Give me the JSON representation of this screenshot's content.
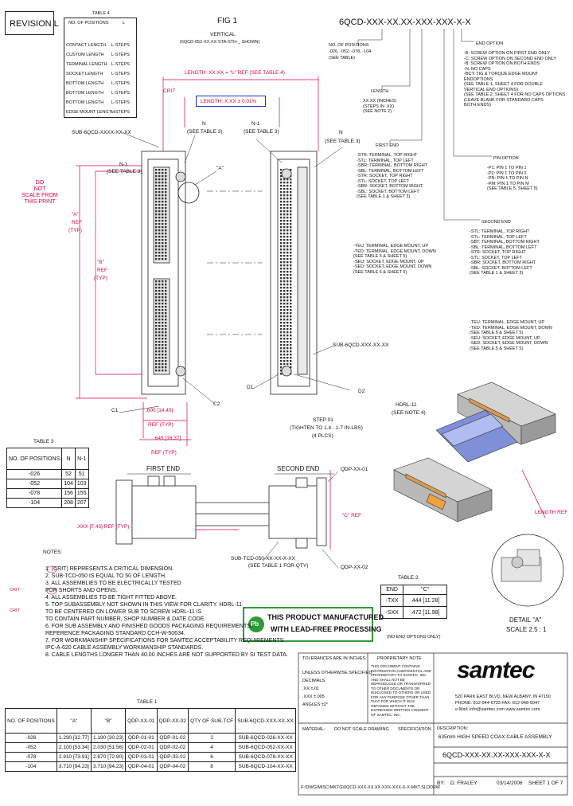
{
  "revision": "REVISION L",
  "part_number": "6QCD-XXX-XX.XX-XXX-XXX-X-X",
  "fig": {
    "title": "FIG 1",
    "subtitle": "VERTICAL",
    "caption": "(6QCD-052-XX.XX-STA-STH-_ SHOWN)"
  },
  "do_not_scale": [
    "DO",
    "NOT",
    "SCALE FROM",
    "THIS PRINT"
  ],
  "length_callout": "LENGTH: XX.XX = \"L\" REF (SEE TABLE 4)",
  "length_tolerance": "LENGTH: X.XX ± 0.01%",
  "critical_mark": "CRIT",
  "top_labels": {
    "sub_assy": "SUB-6QCD-XXXX-XX-XX",
    "n": "N",
    "see_table3_a": "(SEE TABLE 3)",
    "n1": "N-1",
    "see_table3_b": "(SEE TABLE 3)",
    "n_right": "N",
    "see_table3_c": "(SEE TABLE 3)",
    "a_detail": "\"A\""
  },
  "left_dims": {
    "n1": "N-1",
    "see_table3": "(SEE TABLE 3)",
    "a": "\"A\"",
    "ref": "REF",
    "typ": "(TYP)",
    "b": "\"B\"",
    "b_ref": "REF",
    "b_typ": "(TYP)"
  },
  "bottom_dims": {
    "c1": "C1",
    "c2": "C2",
    "d1": "D1",
    "d2": "D2",
    "dim_a": ".600 [14.45]",
    "ref_typ": "REF (TYP)",
    "dim_b": ".645 [16.37]",
    "ref_typ2": "REF (TYP)",
    "sub_conn": "SUB-6QCD-XXX-XX-XX",
    "step": "STEP 01",
    "tighten": "(TIGHTEN TO 1.4 - 1.7 IN-LBS)",
    "places": "(4 PLCS)"
  },
  "part_options": {
    "no_positions": "NO. OF POSITIONS",
    "no_pos_vals": "-026, -052, -078, -104",
    "see_table": "(SEE TABLE)",
    "end_option": "END OPTION",
    "end_items": [
      "-B: SCREW OPTION ON FIRST END ONLY",
      "-C: SCREW OPTION ON SECOND END ONLY",
      "-B: SCREW OPTION ON BOTH ENDS",
      "-N: NO CAPS",
      "-BCT: TIG & TORQUE EDGE MOUNT",
      "   ENDOPTIONS",
      "(SEE TABLE 1, SHEET 4 FOR DOUBLE",
      "   VERTICAL END OPTIONS)",
      "(SEE TABLE 2, SHEET 4 FOR NO CAPS OPTIONS",
      "(LEAVE BLANK FOR STANDARD CAPS",
      "   BOTH ENDS)"
    ],
    "pin_option": "PIN OPTION",
    "pin_items": [
      "-P1: PIN 1 TO PIN 1",
      "-P2: PIN 1 TO PIN 2",
      "-PN: PIN 1 TO PIN N",
      "-PM: PIN 1 TO PIN M",
      "(SEE TABLE 5, SHEET 5)"
    ],
    "second_end": "SECOND END",
    "second_items": [
      "-STL: TERMINAL, TOP RIGHT",
      "-STL: TERMINAL, TOP LEFT",
      "-SBT: TERMINAL, BOTTOM RIGHT",
      "-SBL: TERMINAL, BOTTOM LEFT",
      "-STR: SOCKET, TOP RIGHT",
      "-STL: SOCKET, TOP LEFT",
      "-SBR: SOCKET, BOTTOM RIGHT",
      "-SBL: SOCKET, BOTTOM LEFT",
      "(SEE TABLE 1 & SHEET 3)"
    ],
    "second_items_b": [
      "-TEU: TERMINAL, EDGE MOUNT, UP",
      "-TED: TERMINAL, EDGE MOUNT, DOWN",
      "(SEE TABLE 5 & SHEET 5)",
      "-SEU: SOCKET, EDGE MOUNT, UP",
      "-SED: SOCKET, EDGE MOUNT, DOWN",
      "(SEE TABLE 5 & SHEET 5)"
    ],
    "length": "LENGTH",
    "length_items": [
      "XX.XX (INCHES)",
      "(STEPS IN .XX)",
      "(SEE NOTE 2)"
    ],
    "first_end": "FIRST END",
    "first_items": [
      "-STR: TERMINAL, TOP RIGHT",
      "-STL: TERMINAL, TOP LEFT",
      "-SBR: TERMINAL, BOTTOM RIGHT",
      "-SBL: TERMINAL, BOTTOM LEFT",
      "-STR: SOCKET, TOP RIGHT",
      "-STL: SOCKET, TOP LEFT",
      "-SBR: SOCKET, BOTTOM RIGHT",
      "-SBL: SOCKET, BOTTOM LEFT",
      "(SEE TABLE 1 & SHEET 3)"
    ],
    "first_items_b": [
      "-TEU: TERMINAL, EDGE MOUNT, UP",
      "-TED: TERMINAL, EDGE MOUNT, DOWN",
      "(SEE TABLE 5 & SHEET 5)",
      "-SEU: SOCKET, EDGE MOUNT, UP",
      "-SED: SOCKET, EDGE MOUNT, DOWN",
      "(SEE TABLE 5 & SHEET 5)"
    ]
  },
  "table4": {
    "title": "TABLE 4",
    "headers": [
      "NO. OF POSITIONS",
      "L"
    ],
    "rows": [
      [
        "CONTACT LENGTH",
        "L-STEPS"
      ],
      [
        "CUSTOM LENGTH",
        "L-STEPS"
      ],
      [
        "TERMINAL LENGTH",
        "L-STEPS"
      ],
      [
        "SOCKET LENGTH",
        "L-STEPS"
      ],
      [
        "BOTTOM LENGTH",
        "L-STEPS"
      ],
      [
        "BOTTOM LENGTH",
        "L-STEPS"
      ],
      [
        "BOTTOM LENGTH",
        "L-STEPS"
      ],
      [
        "EDGE MOUNT LENGTH",
        "L-STEPS"
      ]
    ]
  },
  "table3": {
    "title": "TABLE 3",
    "headers": [
      "NO. OF POSITIONS",
      "N",
      "N-1"
    ],
    "rows": [
      [
        "-026",
        "52",
        "51"
      ],
      [
        "-052",
        "104",
        "103"
      ],
      [
        "-078",
        "156",
        "155"
      ],
      [
        "-104",
        "208",
        "207"
      ]
    ]
  },
  "ends": {
    "first": "FIRST END",
    "second": "SECOND END",
    "qdp1": "QDP-XX-01",
    "qdp2": "QDP-XX-02",
    "c_ref": "\"C\" REF",
    "len_ref": ".XXX [7.45] REF (TYP)",
    "subcable": "SUB-TCD-050-XX-XX-X-XX",
    "see_table": "(SEE TABLE 1 FOR QTY)",
    "hdrl": "HDRL-11",
    "see_note": "(SEE NOTE 4)",
    "length_ref": "LENGTH REF"
  },
  "notes": {
    "title": "NOTES:",
    "crit_a": "CRIT",
    "crit_b": "CRIT",
    "items": [
      "1. (CRIT) REPRESENTS A CRITICAL DIMENSION.",
      "2. SUB-TCD-050 IS EQUAL TO 50 OF LENGTH.",
      "3. ALL ASSEMBLIES TO BE ELECTRICALLY TESTED",
      "   FOR SHORTS AND OPENS.",
      "4. ALL ASSEMBLIES TO BE TIGHT FITTED ABOVE.",
      "5. TOP SUBASSEMBLY NOT SHOWN IN THIS VIEW FOR CLARITY. HDRL-11",
      "   TO BE CENTERED ON LOWER SUB TO SCREW HDRL-11 IS",
      "   TO CONTAIN PART NUMBER, SHOP NUMBER & DATE CODE.",
      "6. FOR SUB ASSEMBLY AND FINISHED GOODS PACKAGING REQUIREMENTS,",
      "   REFERENCE PACKAGING STANDARD CCH-W-50634.",
      "7. FOR WORKMANSHIP SPECIFICATIONS FOR SAMTEC ACCEPTABILITY REQUIREMENTS",
      "   IPC-A-620 CABLE ASSEMBLY WORKMANSHIP STANDARDS.",
      "8. CABLE LENGTHS LONGER THAN 40.00 INCHES ARE NOT SUPPORTED BY SI TEST DATA."
    ]
  },
  "table2": {
    "title": "TABLE 2",
    "headers": [
      "END",
      "\"C\""
    ],
    "rows": [
      [
        "-TXX",
        ".444 [11.28]"
      ],
      [
        "-SXX",
        ".472 [11.98]"
      ]
    ],
    "footnote": "(NO END OPTIONS ONLY)"
  },
  "leadfree": {
    "mark": "Pb",
    "line1": "THIS PRODUCT MANUFACTURED",
    "line2": "WITH LEAD-FREE PROCESSING"
  },
  "detail": {
    "title": "DETAIL \"A\"",
    "scale": "SCALE 2.5 : 1"
  },
  "table1": {
    "title": "TABLE 1",
    "headers": [
      "NO. OF POSITIONS",
      "\"A\"",
      "\"B\"",
      "QDP-XX-01",
      "QDP-XX-02",
      "QTY OF SUB-TCF",
      "SUB-6QCD-XXX-XX-XX"
    ],
    "rows": [
      [
        "-026",
        "1.290 [32.77]",
        "1.190 [30.23]",
        "QDP-01-01",
        "QDP-01-02",
        "2",
        "SUB-6QCD-026-XX-XX"
      ],
      [
        "-052",
        "2.100 [53.34]",
        "2.030 [51.56]",
        "QDP-02-01",
        "QDP-02-02",
        "4",
        "SUB-6QCD-052-XX-XX"
      ],
      [
        "-078",
        "2.910 [73.91]",
        "2.870 [72.90]",
        "QDP-03-01",
        "QDP-03-02",
        "6",
        "SUB-6QCD-078-XX-XX"
      ],
      [
        "-104",
        "3.710 [94.23]",
        "3.710 [94.23]",
        "QDP-04-01",
        "QDP-04-02",
        "8",
        "SUB-6QCD-104-XX-XX"
      ]
    ]
  },
  "titleblock": {
    "proprietary": "PROPRIETARY NOTE",
    "prop_text": "THIS DOCUMENT CONTAINS INFORMATION CONFIDENTIAL AND PROPRIETARY TO SAMTEC, INC. AND SHALL NOT BE REPRODUCED OR TRANSFERRED TO OTHER DOCUMENTS OR DISCLOSED TO OTHERS OR USED FOR ANY PURPOSE OTHER THAN THAT FOR WHICH IT WAS OBTAINED WITHOUT THE EXPRESSED WRITTEN CONSENT OF SAMTEC, INC.",
    "tolerances": "TOLERANCES ARE IN INCHES",
    "unless": "UNLESS OTHERWISE SPECIFIED",
    "dec1": "DECIMALS",
    "dec2": ".XX ±.01",
    "dec3": ".XXX ±.005",
    "angles": "ANGLES ±2°",
    "material_label": "MATERIAL:",
    "material": "DO NOT SCALE DRAWING",
    "brand": "samtec",
    "address": "520 PARK EAST BLVD, NEW ALBANY, IN 47150",
    "phone": "PHONE: 812-944-6733  FAX: 812-948-5047",
    "email": "e-Mail: info@samtec.com  www.samtec.com",
    "desc_label": "DESCRIPTION:",
    "description": ".635mm HIGH SPEED COAX CABLE ASSEMBLY",
    "dwg_part": "6QCD-XXX-XX.XX-XXX-XXX-X-X",
    "by_label": "BY:",
    "by": "D. FRALEY",
    "date": "03/14/2006",
    "sheet": "SHEET 1 OF 7",
    "filepath": "F:\\DWG\\MISC\\MKTG\\6QCD-XXX-XX.XX-XXX-XXX-X-X-MKT.SLDDRW",
    "specification": "SPECIFICATION"
  }
}
